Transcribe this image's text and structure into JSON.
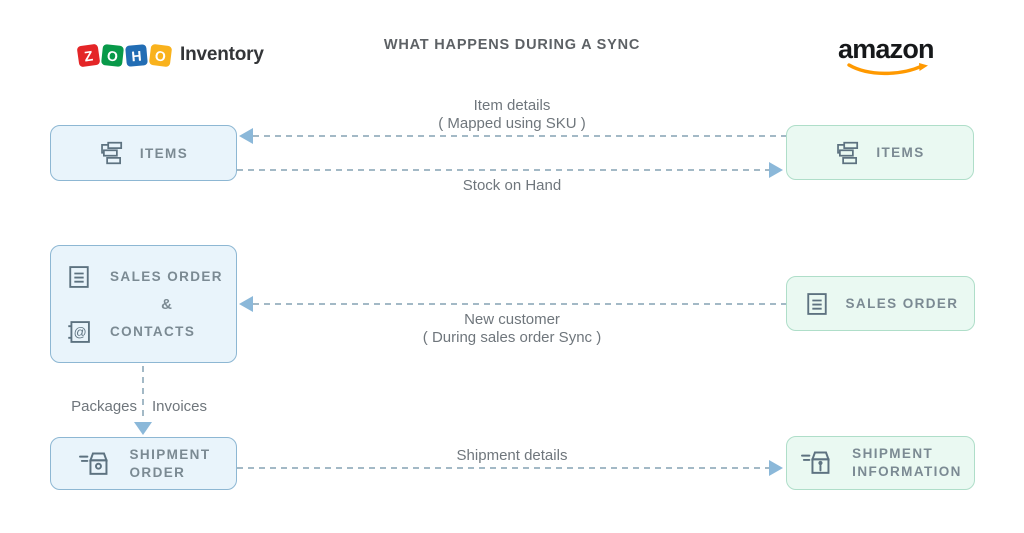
{
  "title": "WHAT HAPPENS DURING A SYNC",
  "logos": {
    "zoho": {
      "tiles": [
        {
          "letter": "Z",
          "color": "#e42527"
        },
        {
          "letter": "O",
          "color": "#089949"
        },
        {
          "letter": "H",
          "color": "#226db4"
        },
        {
          "letter": "O",
          "color": "#f9b21d"
        }
      ],
      "product": "Inventory"
    },
    "amazon": {
      "text": "amazon",
      "smile_color": "#ff9900"
    }
  },
  "nodes": {
    "zoho_items": {
      "label": "ITEMS",
      "icon": "items-icon"
    },
    "zoho_sales_contacts": {
      "line1": "SALES ORDER",
      "joiner": "&",
      "line2": "CONTACTS",
      "icon1": "sales-order-icon",
      "icon2": "contacts-icon"
    },
    "zoho_shipment": {
      "line1": "SHIPMENT",
      "line2": "ORDER",
      "icon": "shipment-box-icon"
    },
    "amazon_items": {
      "label": "ITEMS",
      "icon": "items-icon"
    },
    "amazon_sales": {
      "label": "SALES ORDER",
      "icon": "sales-order-icon"
    },
    "amazon_shipment": {
      "line1": "SHIPMENT",
      "line2": "INFORMATION",
      "icon": "shipment-info-icon"
    }
  },
  "flows": {
    "item_details": {
      "line1": "Item details",
      "line2": "( Mapped using SKU )",
      "direction": "amazon-to-zoho"
    },
    "stock_on_hand": {
      "label": "Stock on Hand",
      "direction": "zoho-to-amazon"
    },
    "new_customer": {
      "line1": "New customer",
      "line2": "( During sales order Sync )",
      "direction": "amazon-to-zoho"
    },
    "shipment_details": {
      "label": "Shipment details",
      "direction": "zoho-to-amazon"
    },
    "internal": {
      "left_label": "Packages",
      "right_label": "Invoices",
      "direction": "down"
    }
  },
  "colors": {
    "zoho_box_bg": "#e9f4fb",
    "zoho_box_border": "#8db7d3",
    "amazon_box_bg": "#eaf9f2",
    "amazon_box_border": "#afdec9",
    "dash_line": "#a3b9c6",
    "arrowhead": "#8bb8d9",
    "flow_text": "#6f767c",
    "box_text": "#7b8a93",
    "title_text": "#5d6165",
    "amazon_smile": "#ff9900"
  }
}
